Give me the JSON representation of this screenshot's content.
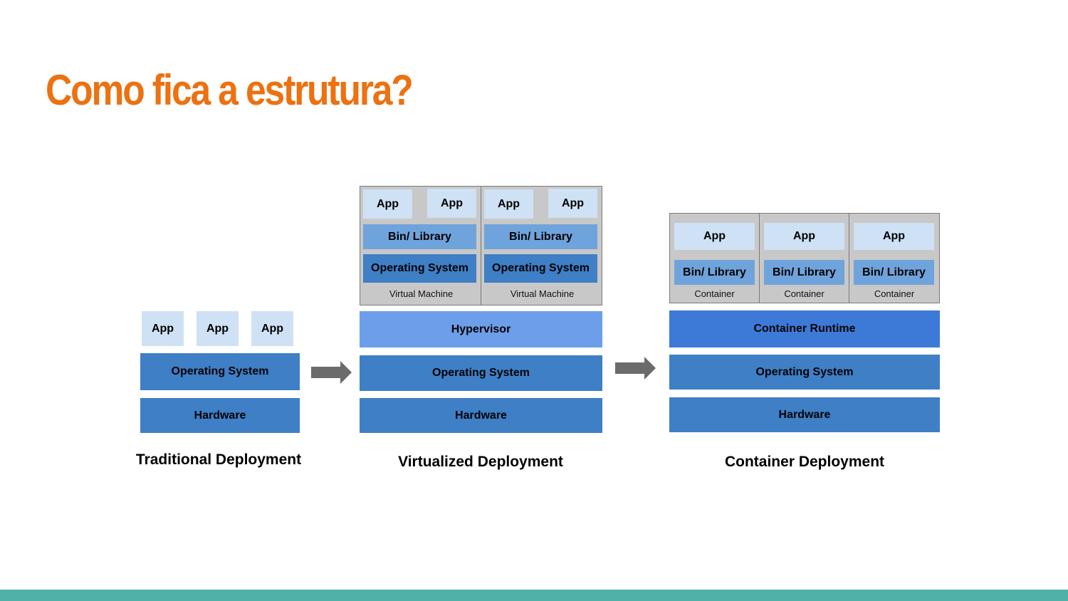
{
  "slide": {
    "title": "Como fica a estrutura?"
  },
  "colors": {
    "title": "#ec7111",
    "app": "#cfe1f4",
    "bin_library": "#6fa3dc",
    "os": "#3e7fc6",
    "hardware": "#3e7fc6",
    "hypervisor": "#6d9eea",
    "runtime": "#3d7ad8",
    "panel": "#c8c8c8",
    "arrow": "#6b6b6b",
    "bottom_bar": "#4fb1a7"
  },
  "traditional": {
    "apps": [
      "App",
      "App",
      "App"
    ],
    "os": "Operating System",
    "hardware": "Hardware",
    "caption": "Traditional Deployment"
  },
  "virtualized": {
    "vms": [
      {
        "apps": [
          "App",
          "App"
        ],
        "bin": "Bin/ Library",
        "os": "Operating System",
        "label": "Virtual Machine"
      },
      {
        "apps": [
          "App",
          "App"
        ],
        "bin": "Bin/ Library",
        "os": "Operating System",
        "label": "Virtual Machine"
      }
    ],
    "hypervisor": "Hypervisor",
    "os": "Operating System",
    "hardware": "Hardware",
    "caption": "Virtualized Deployment"
  },
  "container": {
    "containers": [
      {
        "app": "App",
        "bin": "Bin/ Library",
        "label": "Container"
      },
      {
        "app": "App",
        "bin": "Bin/ Library",
        "label": "Container"
      },
      {
        "app": "App",
        "bin": "Bin/ Library",
        "label": "Container"
      }
    ],
    "runtime": "Container Runtime",
    "os": "Operating System",
    "hardware": "Hardware",
    "caption": "Container Deployment"
  }
}
